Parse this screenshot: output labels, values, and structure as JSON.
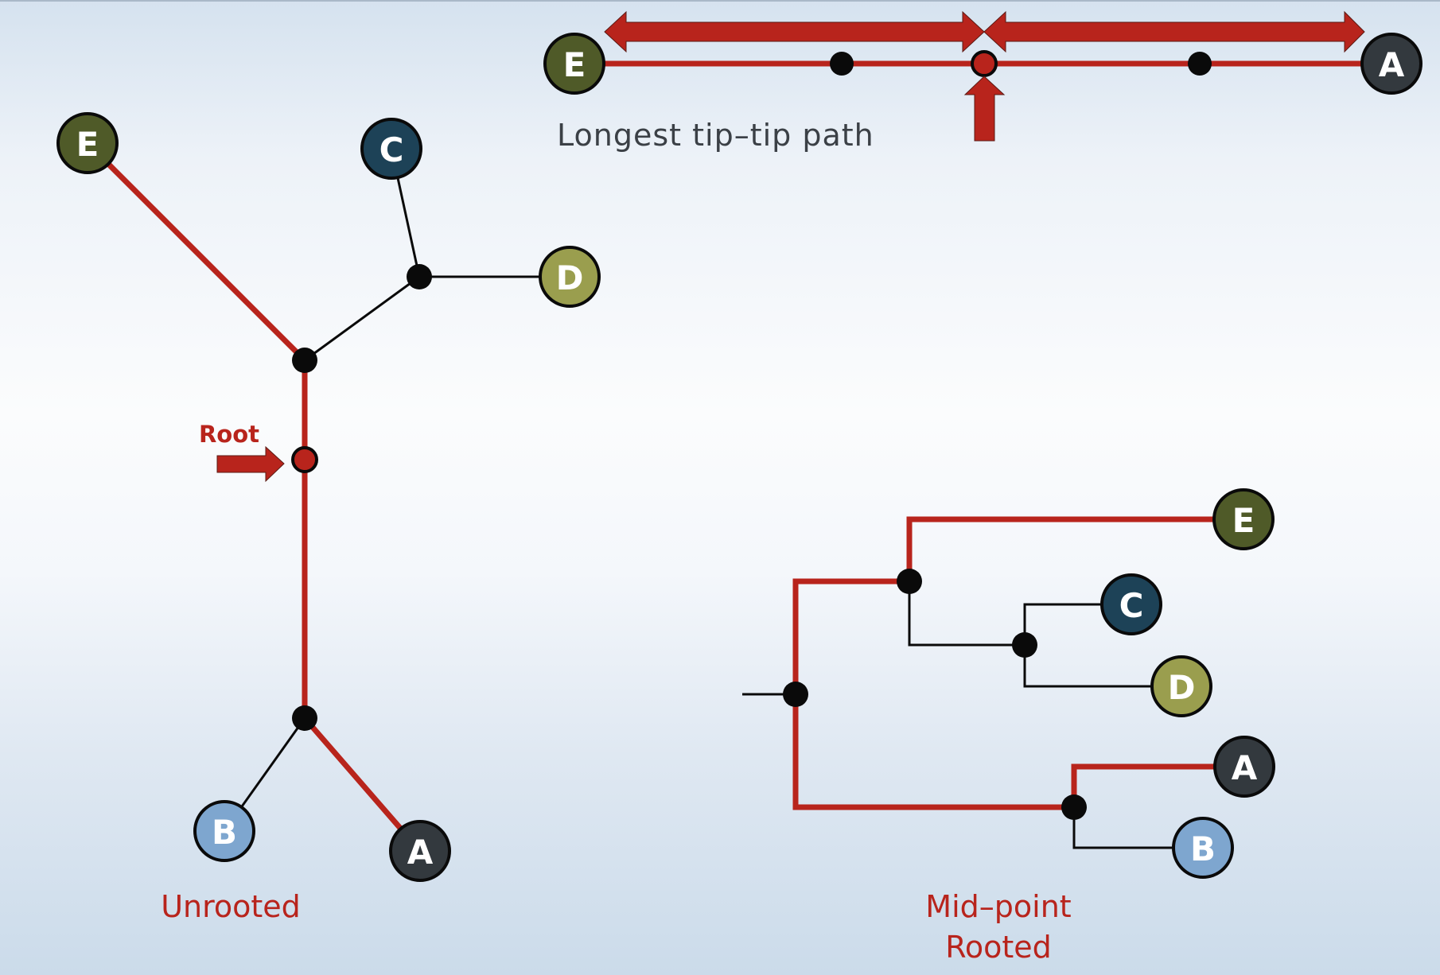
{
  "colors": {
    "red": "#b8241c",
    "black": "#0a0a0a",
    "text_gray": "#3b4046",
    "tip_E": "#4f5a28",
    "tip_C": "#1d4257",
    "tip_D": "#9a9e4e",
    "tip_A": "#33393e",
    "tip_B": "#7ea6cf"
  },
  "longest_path": {
    "caption": "Longest tip–tip path",
    "left_tip": "E",
    "right_tip": "A",
    "midpoint_marker": "up-arrow",
    "span_arrows": [
      "left-arrow",
      "right-arrow"
    ]
  },
  "unrooted": {
    "caption": "Unrooted",
    "root_label": "Root",
    "tips": [
      "E",
      "C",
      "D",
      "B",
      "A"
    ],
    "highlighted_path": [
      "E",
      "A"
    ]
  },
  "midpoint_rooted": {
    "caption_line1": "Mid–point",
    "caption_line2": "Rooted",
    "tips": [
      "E",
      "C",
      "D",
      "A",
      "B"
    ],
    "highlighted_path": [
      "E",
      "A"
    ]
  }
}
